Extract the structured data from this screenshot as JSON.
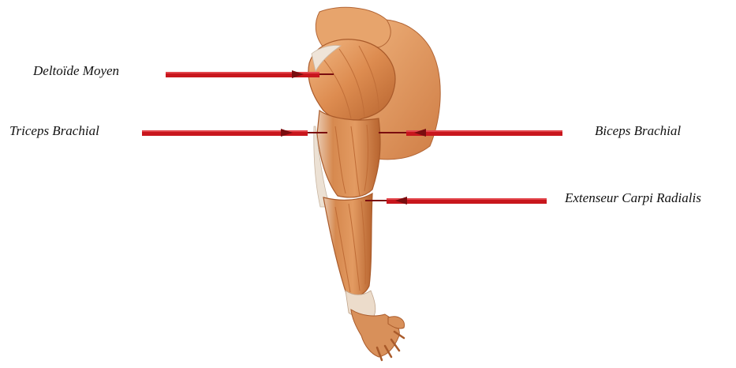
{
  "labels": {
    "deltoide": "Deltoïde Moyen",
    "triceps": "Triceps Brachial",
    "biceps": "Biceps Brachial",
    "extenseur": "Extenseur Carpi Radialis"
  },
  "colors": {
    "arrow": "#c8161d",
    "arrow_dark": "#7a0d0f",
    "muscle_base": "#d98a4e",
    "muscle_light": "#f0b07a",
    "muscle_dark": "#b0602e",
    "tendon": "#e8ddd0"
  }
}
